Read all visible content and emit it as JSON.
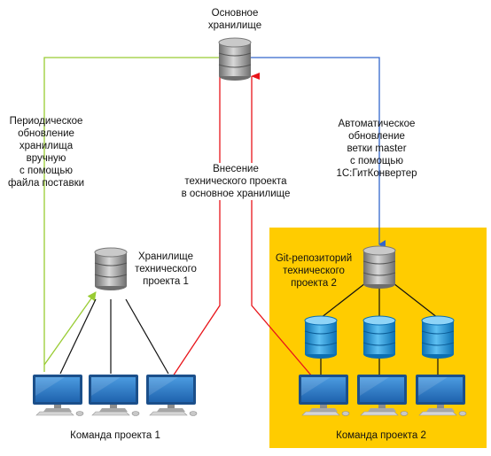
{
  "labels": {
    "main_storage": "Основное\nхранилище",
    "periodic_update": "Периодическое\nобновление\nхранилища\nвручную\nс помощью\nфайла поставки",
    "auto_update": "Автоматическое\nобновление\nветки master\nс помощью\n1С:ГитКонвертер",
    "submit_project": "Внесение\nтехнического проекта\nв основное хранилище",
    "tech_storage_1": "Хранилище\nтехнического\nпроекта 1",
    "git_repo": "Git-репозиторий\nтехнического\nпроекта 2",
    "team_1": "Команда проекта 1",
    "team_2": "Команда проекта 2"
  },
  "colors": {
    "panel": "#FFCC00",
    "green_line": "#99CC33",
    "blue_line": "#3366CC",
    "red_line": "#E8141A",
    "black_line": "#111111",
    "db_gray": "#8A8A8A",
    "db_blue": "#1E8FD6",
    "monitor": "#2F7FC8"
  },
  "icons": {
    "main_storage": "database-gray-icon",
    "tech_storage_1": "database-gray-icon",
    "git_repo": "database-gray-icon",
    "clones": "database-blue-icon",
    "workstations": "computer-icon"
  }
}
